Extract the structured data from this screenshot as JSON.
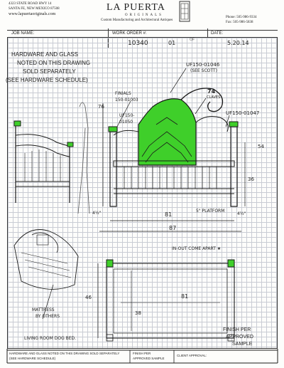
{
  "header": {
    "address_line1": "4323 STATE ROAD HWY 14",
    "address_line2": "SANTA FE, NEW MEXICO 87508",
    "website": "www.lapuertaoriginals.com",
    "brand": "LA PUERTA",
    "brand_sub": "ORIGINALS",
    "tagline": "Custom Manufacturing and Architectural Antiques",
    "phone": "Phone: 505-986-9334",
    "fax": "Fax:    505-986-5838"
  },
  "form": {
    "job_name_label": "JOB NAME:",
    "work_order_label": "WORK ORDER #:",
    "work_order_value": "10340",
    "work_order_suffix": "01",
    "of_label": "OF",
    "date_label": "DATE:",
    "date_value": "5.20.14"
  },
  "notes": {
    "hardware_line1": "HARDWARE AND GLASS",
    "hardware_line2": "NOTED ON THIS DRAWING",
    "hardware_line3": "SOLD SEPARATELY",
    "hardware_line4": "(SEE HARDWARE SCHEDULE)"
  },
  "annotations": {
    "part_top": "UF150-01046",
    "part_top_sub": "(SEE SCOTT)",
    "finials": "FINIALS",
    "finials_part": "150-01003",
    "part_left": "UF150-",
    "part_left2": "01050",
    "part_right": "UF150-01047",
    "claves_count": "74",
    "claves": "CLAVES",
    "dim_76": "76",
    "dim_54": "54",
    "dim_36": "36",
    "dim_4_5_left": "4½\"",
    "dim_81_top": "81",
    "dim_5_platform": "5\" PLATFORM",
    "dim_4_5_right": "4½\"",
    "dim_87": "87",
    "knockdown": "IN-OUT COME APART ★",
    "dim_46": "46",
    "dim_81_bottom": "81",
    "dim_38": "38",
    "mattress": "MATTRESS",
    "mattress2": "BY OTHERS",
    "room": "LIVING ROOM DOG BED.",
    "finish1": "FINISH PER",
    "finish2": "APPROVED",
    "finish3": "SAMPLE"
  },
  "footer": {
    "disclaimer_line1": "HARDWARE AND GLASS NOTED ON THIS DRAWING SOLD SEPARATELY",
    "disclaimer_line2": "(SEE HARDWARE SCHEDULE)",
    "finish_label_line1": "FINISH PER",
    "finish_label_line2": "APPROVED SAMPLE",
    "client_approval_label": "CLIENT APPROVAL:"
  },
  "colors": {
    "panel_green": "#3fcf2a",
    "ink": "#1a1a1a"
  }
}
